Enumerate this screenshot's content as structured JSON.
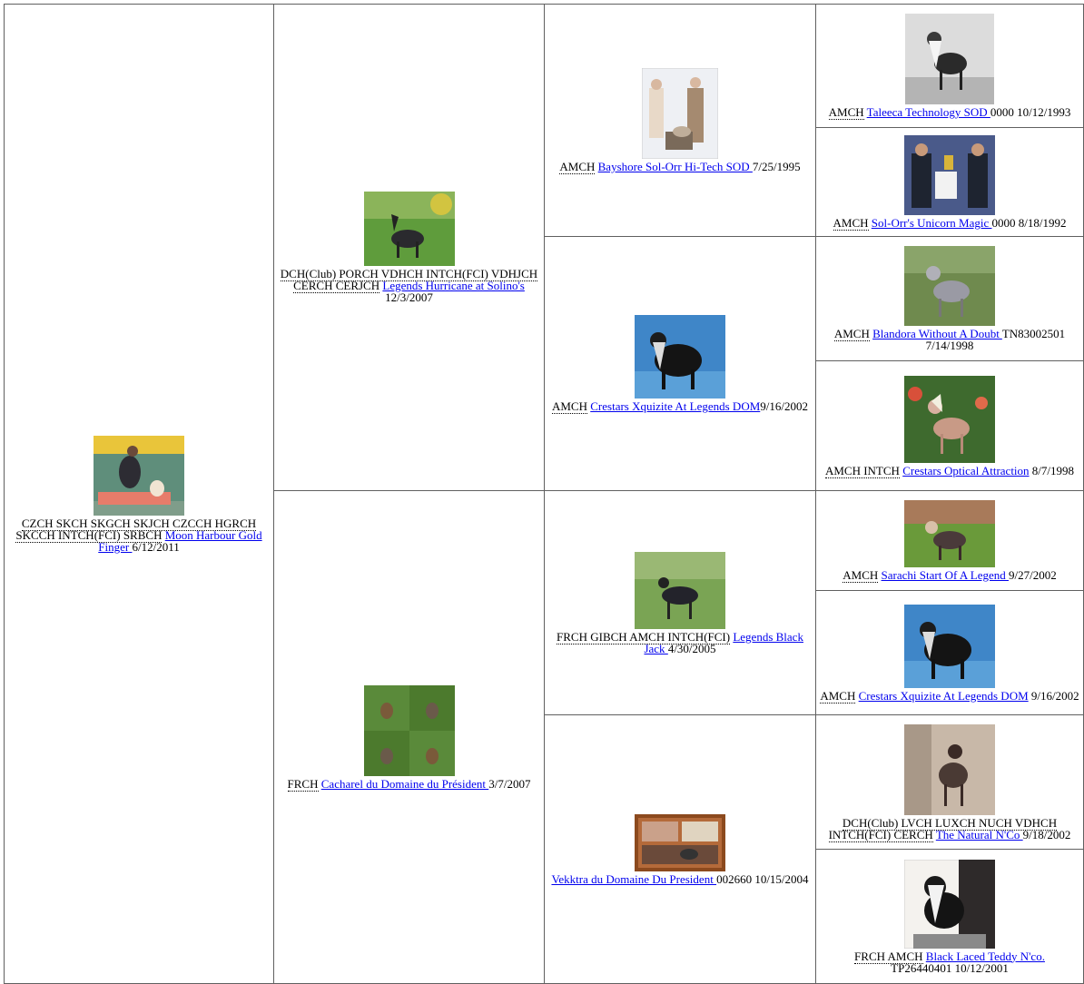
{
  "dogs": [
    {
      "title": "CZCH SKCH SKGCH SKJCH CZCCH HGRCH SKCCH INTCH(FCI) SRBCH",
      "name": "Moon Harbour Gold Finger ",
      "reg": "",
      "date": "6/12/2011",
      "photo": "show-handler-kneeling-photo"
    },
    {
      "title": "DCH(Club) PORCH VDHCH INTCH(FCI) VDHJCH CERCH CERJCH",
      "name": "Legends Hurricane at Solino's ",
      "reg": "",
      "date": "12/3/2007",
      "photo": "hairless-dog-garden-photo"
    },
    {
      "title": "FRCH",
      "name": "Cacharel du Domaine du Président ",
      "reg": "",
      "date": "3/7/2007",
      "photo": "four-dog-collage-photo"
    },
    {
      "title": "AMCH",
      "name": "Bayshore Sol-Orr Hi-Tech SOD ",
      "reg": "",
      "date": "7/25/1995",
      "photo": "show-win-judges-photo"
    },
    {
      "title": "AMCH",
      "name": "Crestars Xquizite At Legends DOM",
      "reg": "",
      "date": "9/16/2002",
      "photo": "black-dog-stacked-photo"
    },
    {
      "title": "FRCH GIBCH AMCH INTCH(FCI)",
      "name": "Legends Black Jack ",
      "reg": "",
      "date": "4/30/2005",
      "photo": "black-dog-grass-photo"
    },
    {
      "title": "",
      "name": "Vekktra du Domaine Du President ",
      "reg": "002660",
      "date": "10/15/2004",
      "photo": "framed-collage-photo"
    },
    {
      "title": "AMCH",
      "name": "Taleeca Technology SOD ",
      "reg": "0000",
      "date": "10/12/1993",
      "photo": "bw-dog-stacked-photo"
    },
    {
      "title": "AMCH",
      "name": "Sol-Orr's Unicorn Magic ",
      "reg": "0000",
      "date": "8/18/1992",
      "photo": "show-win-trophy-photo"
    },
    {
      "title": "AMCH",
      "name": "Blandora Without A Doubt ",
      "reg": "TN83002501",
      "date": "7/14/1998",
      "photo": "grey-dog-garden-photo"
    },
    {
      "title": "AMCH INTCH",
      "name": "Crestars Optical Attraction",
      "reg": "",
      "date": "8/7/1998",
      "photo": "pink-dog-flowers-photo"
    },
    {
      "title": "AMCH",
      "name": "Sarachi Start Of A Legend ",
      "reg": "",
      "date": "9/27/2002",
      "photo": "dog-meadow-photo"
    },
    {
      "title": "AMCH",
      "name": "Crestars Xquizite At Legends DOM",
      "reg": "",
      "date": "9/16/2002",
      "photo": "black-dog-stacked-photo"
    },
    {
      "title": "DCH(Club) LVCH LUXCH NUCH VDHCH INTCH(FCI) CERCH",
      "name": "The Natural N'Co ",
      "reg": "",
      "date": "9/18/2002",
      "photo": "dark-dog-handled-photo"
    },
    {
      "title": "FRCH AMCH",
      "name": "Black Laced Teddy N'co. ",
      "reg": "TP26440401",
      "date": "10/12/2001",
      "photo": "black-white-dog-photo"
    }
  ]
}
